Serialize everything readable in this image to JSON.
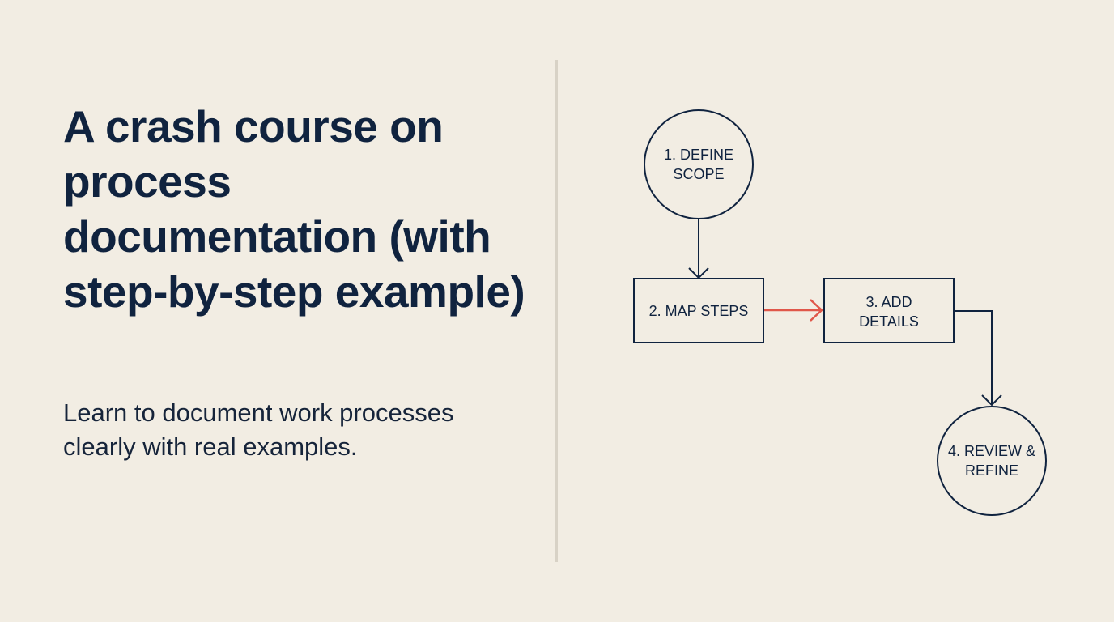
{
  "hero": {
    "title": "A crash course on process documentation (with step-by-step example)",
    "subtitle": "Learn to document work processes clearly with real examples."
  },
  "diagram": {
    "nodes": [
      {
        "id": "step1",
        "shape": "circle",
        "label": "1. DEFINE SCOPE"
      },
      {
        "id": "step2",
        "shape": "rectangle",
        "label": "2. MAP STEPS"
      },
      {
        "id": "step3",
        "shape": "rectangle",
        "label": "3. ADD DETAILS"
      },
      {
        "id": "step4",
        "shape": "circle",
        "label": "4. REVIEW & REFINE"
      }
    ],
    "edges": [
      {
        "from": "step1",
        "to": "step2",
        "color": "#10233f"
      },
      {
        "from": "step2",
        "to": "step3",
        "color": "#e0574a"
      },
      {
        "from": "step3",
        "to": "step4",
        "color": "#10233f"
      }
    ]
  },
  "colors": {
    "background": "#f2ede3",
    "ink": "#10233f",
    "accent": "#e0574a",
    "divider": "#d8d2c6"
  }
}
